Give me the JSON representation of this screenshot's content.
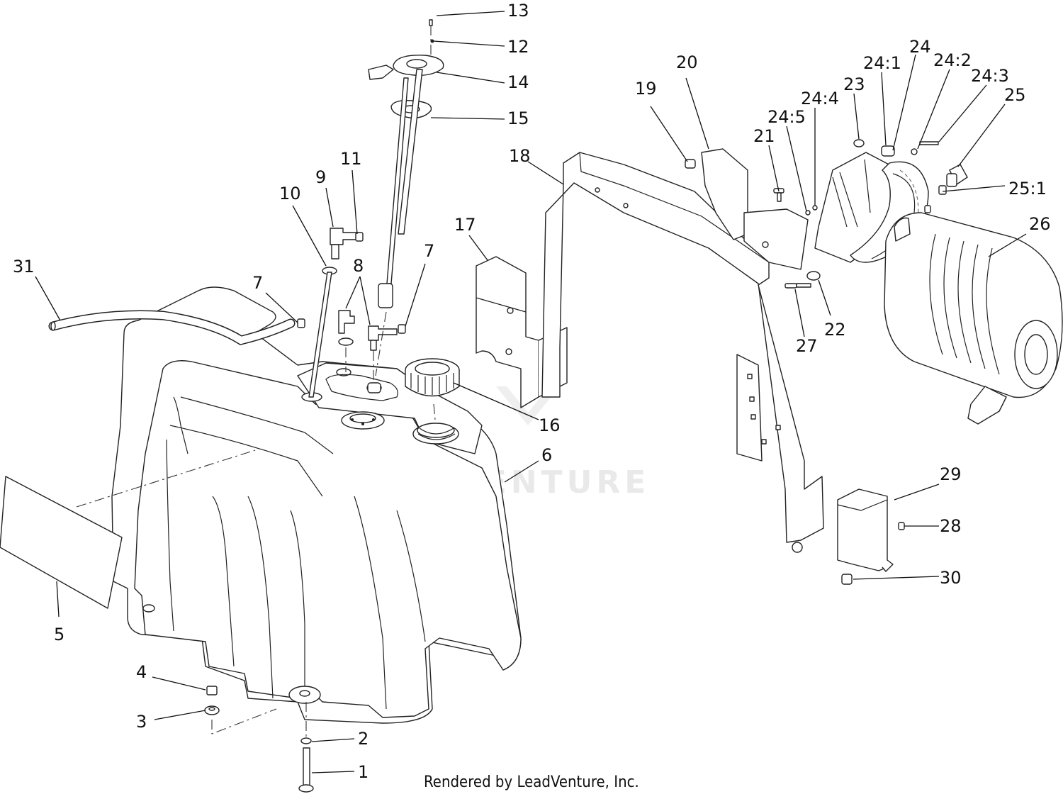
{
  "watermark": "LEADVENTURE",
  "credit": "Rendered by LeadVenture, Inc.",
  "callouts": [
    {
      "id": "1",
      "label": "1"
    },
    {
      "id": "2",
      "label": "2"
    },
    {
      "id": "3",
      "label": "3"
    },
    {
      "id": "4",
      "label": "4"
    },
    {
      "id": "5",
      "label": "5"
    },
    {
      "id": "6",
      "label": "6"
    },
    {
      "id": "7a",
      "label": "7"
    },
    {
      "id": "7b",
      "label": "7"
    },
    {
      "id": "8",
      "label": "8"
    },
    {
      "id": "9",
      "label": "9"
    },
    {
      "id": "10",
      "label": "10"
    },
    {
      "id": "11",
      "label": "11"
    },
    {
      "id": "12",
      "label": "12"
    },
    {
      "id": "13",
      "label": "13"
    },
    {
      "id": "14",
      "label": "14"
    },
    {
      "id": "15",
      "label": "15"
    },
    {
      "id": "16",
      "label": "16"
    },
    {
      "id": "17",
      "label": "17"
    },
    {
      "id": "18",
      "label": "18"
    },
    {
      "id": "19",
      "label": "19"
    },
    {
      "id": "20",
      "label": "20"
    },
    {
      "id": "21",
      "label": "21"
    },
    {
      "id": "22",
      "label": "22"
    },
    {
      "id": "23",
      "label": "23"
    },
    {
      "id": "24",
      "label": "24"
    },
    {
      "id": "24_1",
      "label": "24:1"
    },
    {
      "id": "24_2",
      "label": "24:2"
    },
    {
      "id": "24_3",
      "label": "24:3"
    },
    {
      "id": "24_4",
      "label": "24:4"
    },
    {
      "id": "24_5",
      "label": "24:5"
    },
    {
      "id": "25",
      "label": "25"
    },
    {
      "id": "25_1",
      "label": "25:1"
    },
    {
      "id": "26",
      "label": "26"
    },
    {
      "id": "27",
      "label": "27"
    },
    {
      "id": "28",
      "label": "28"
    },
    {
      "id": "29",
      "label": "29"
    },
    {
      "id": "30",
      "label": "30"
    },
    {
      "id": "31",
      "label": "31"
    }
  ]
}
